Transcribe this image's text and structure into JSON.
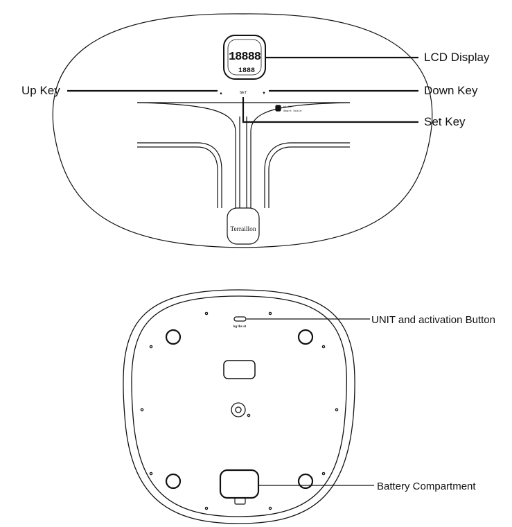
{
  "labels": {
    "lcd_display": "LCD Display",
    "up_key": "Up Key",
    "down_key": "Down Key",
    "set_key": "Set Key",
    "unit_button": "UNIT and activation Button",
    "battery_compartment": "Battery Compartment"
  },
  "scale_top": {
    "brand": "Terraillon",
    "set_text": "SET",
    "up_symbol": "▲",
    "down_symbol": "▼",
    "wifi_line1": "Wi-Fi",
    "wifi_line2": "Smart Scale",
    "lcd_main_digits": "18888",
    "lcd_sub_digits": "1888"
  },
  "scale_bottom": {
    "unit_marks": "kg lbs st"
  },
  "colors": {
    "stroke": "#111111",
    "background": "#ffffff"
  }
}
